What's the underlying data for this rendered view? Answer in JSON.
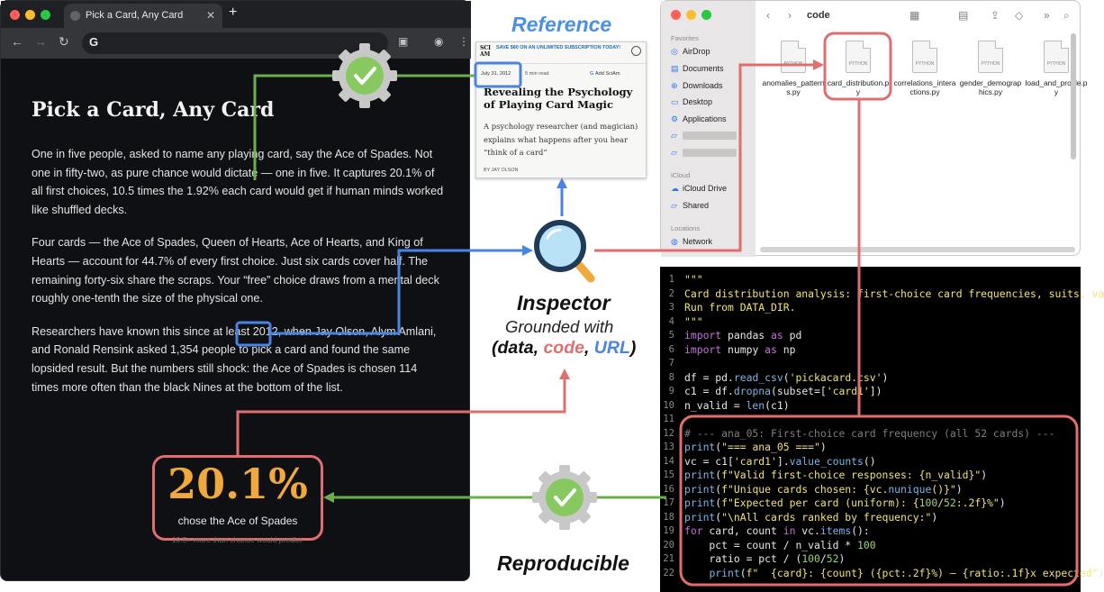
{
  "browser": {
    "tab_title": "Pick a Card, Any Card",
    "tab_close_glyph": "✕",
    "new_tab_glyph": "+",
    "omnibox_glyph": "G"
  },
  "article": {
    "title": "Pick a Card, Any Card",
    "paragraphs": [
      "One in five people, asked to name any playing card, say the Ace of Spades. Not one in fifty-two, as pure chance would dictate — one in five. It captures 20.1% of all first choices, 10.5 times the 1.92% each card would get if human minds worked like shuffled decks.",
      "Four cards — the Ace of Spades, Queen of Hearts, Ace of Hearts, and King of Hearts — account for 44.7% of every first choice. Just six cards cover half. The remaining forty-six share the scraps. Your “free” choice draws from a mental deck roughly one-tenth the size of the physical one.",
      "Researchers have known this since at least 2012, when Jay Olson, Alym Amlani, and Ronald Rensink asked 1,354 people to pick a card and found the same lopsided result. But the numbers still shock: the Ace of Spades is chosen 114 times more often than the black Nines at the bottom of the list."
    ]
  },
  "reference": {
    "label": "Reference",
    "logo": "SCI AM",
    "promo": "SAVE $80 ON AN UNLIMITED SUBSCRIPTION TODAY!",
    "date": "July 31, 2012",
    "read_time": "5 min read",
    "add_sciam": "Add SciAm",
    "headline": "Revealing the Psychology of Playing Card Magic",
    "dek": "A psychology researcher (and magician) explains what happens after you hear “think of a card”",
    "byline": "BY JAY OLSON"
  },
  "finder": {
    "folder": "code",
    "sections": {
      "favorites": "Favorites",
      "icloud": "iCloud",
      "locations": "Locations"
    },
    "sidebar_items": [
      "AirDrop",
      "Documents",
      "Downloads",
      "Desktop",
      "Applications",
      "iCloud Drive",
      "Shared",
      "Network"
    ],
    "files": [
      {
        "name": "anomalies_patterns.py",
        "kind": "PYTHON"
      },
      {
        "name": "card_distribution.py",
        "kind": "PYTHON"
      },
      {
        "name": "correlations_interactions.py",
        "kind": "PYTHON"
      },
      {
        "name": "gender_demographics.py",
        "kind": "PYTHON"
      },
      {
        "name": "load_and_profile.py",
        "kind": "PYTHON"
      }
    ]
  },
  "inspector": {
    "title": "Inspector",
    "grounded": "Grounded with",
    "paren_open": "(data, ",
    "code_word": "code",
    "comma": ", ",
    "url_word": "URL",
    "paren_close": ")"
  },
  "reproducible": "Reproducible",
  "stat": {
    "value": "20.1%",
    "caption": "chose the Ace of Spades",
    "subcaption": "10.5× more than chance would predict"
  },
  "code_lines": [
    {
      "n": "1",
      "html": "<span class='st'>\"\"\"</span>"
    },
    {
      "n": "2",
      "html": "<span class='st'>Card distribution analysis: first-choice card frequencies, suits, va</span>"
    },
    {
      "n": "3",
      "html": "<span class='st'>Run from DATA_DIR.</span>"
    },
    {
      "n": "4",
      "html": "<span class='st'>\"\"\"</span>"
    },
    {
      "n": "5",
      "html": "<span class='kw'>import</span> pandas <span class='kw'>as</span> pd"
    },
    {
      "n": "6",
      "html": "<span class='kw'>import</span> numpy <span class='kw'>as</span> np"
    },
    {
      "n": "7",
      "html": ""
    },
    {
      "n": "8",
      "html": "df = pd.<span class='fn'>read_csv</span>(<span class='st'>'pickacard.csv'</span>)"
    },
    {
      "n": "9",
      "html": "c1 = df.<span class='fn'>dropna</span>(subset=[<span class='st'>'card1'</span>])"
    },
    {
      "n": "10",
      "html": "n_valid = <span class='fn'>len</span>(c1)"
    },
    {
      "n": "11",
      "html": ""
    },
    {
      "n": "12",
      "html": "<span class='cm'># --- ana_05: First-choice card frequency (all 52 cards) ---</span>"
    },
    {
      "n": "13",
      "html": "<span class='fn'>print</span>(<span class='st'>\"=== ana_05 ===\"</span>)"
    },
    {
      "n": "14",
      "html": "vc = c1[<span class='st'>'card1'</span>].<span class='fn'>value_counts</span>()"
    },
    {
      "n": "15",
      "html": "<span class='fn'>print</span>(<span class='st'>f\"Valid first-choice responses: {n_valid}\"</span>)"
    },
    {
      "n": "16",
      "html": "<span class='fn'>print</span>(<span class='st'>f\"Unique cards chosen: {vc.<span class='fn'>nunique</span>()}\"</span>)"
    },
    {
      "n": "17",
      "html": "<span class='fn'>print</span>(<span class='st'>f\"Expected per card (uniform): {<span class='gn'>100</span>/<span class='gn'>52</span>:.2f}%\"</span>)"
    },
    {
      "n": "18",
      "html": "<span class='fn'>print</span>(<span class='st'>\"\\nAll cards ranked by frequency:\"</span>)"
    },
    {
      "n": "19",
      "html": "<span class='kw'>for</span> card, count <span class='kw'>in</span> vc.<span class='fn'>items</span>():"
    },
    {
      "n": "20",
      "html": "    pct = count / n_valid * <span class='gn'>100</span>"
    },
    {
      "n": "21",
      "html": "    ratio = pct / (<span class='gn'>100</span>/<span class='gn'>52</span>)"
    },
    {
      "n": "22",
      "html": "    <span class='fn'>print</span>(<span class='st'>f\"  {card}: {count} ({pct:.2f}%) — {ratio:.1f}x expected\"</span>)"
    }
  ],
  "colors": {
    "red": "#df6f6f",
    "green": "#6cae4f",
    "blue": "#4a84e0",
    "code_bg": "#000000",
    "stat_value": "#f0a93a"
  }
}
